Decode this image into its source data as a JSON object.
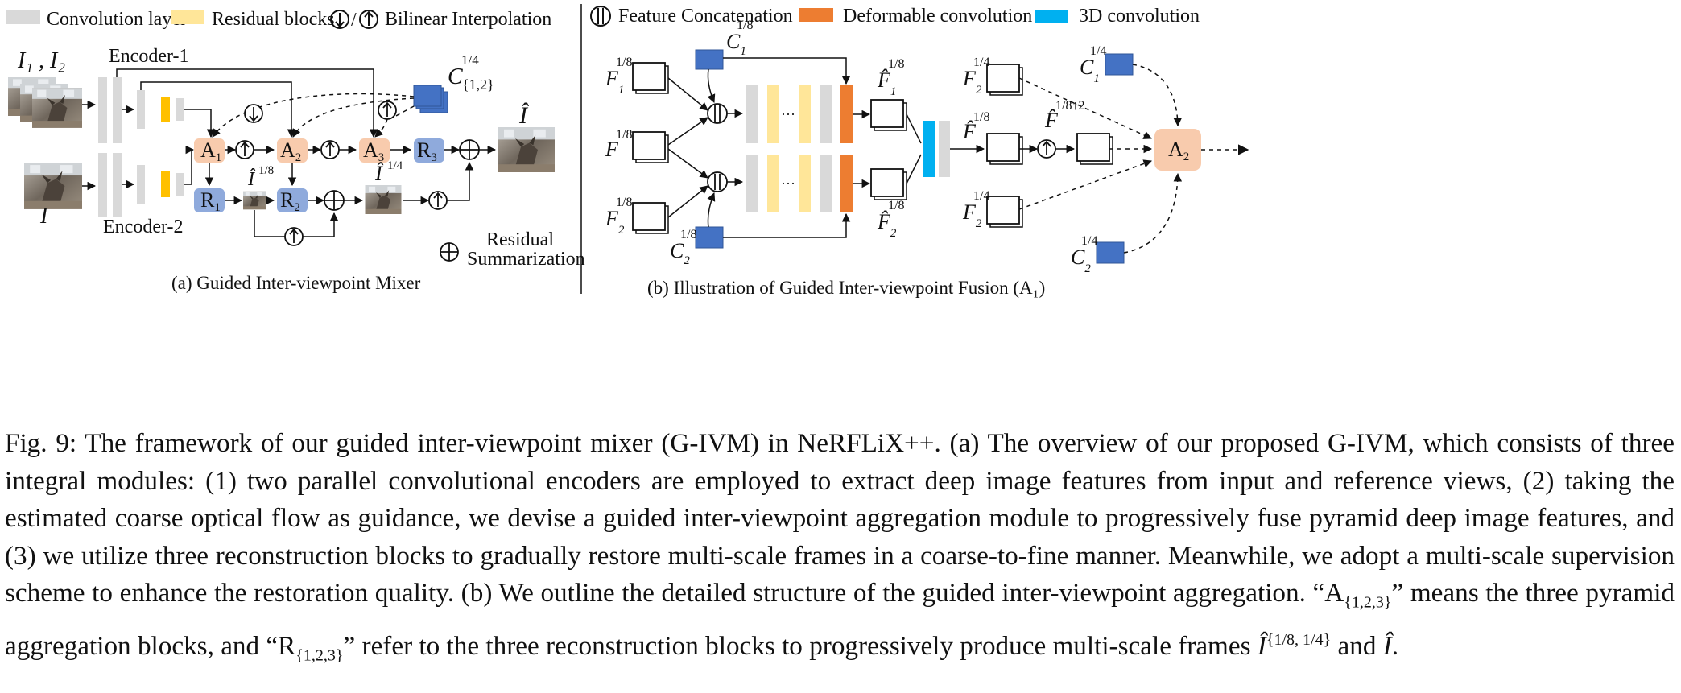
{
  "legend": {
    "conv_layer": "Convolution layer",
    "residual_blocks": "Residual blocks",
    "bilinear": "Bilinear Interpolation",
    "bilinear_sep": "/",
    "concat": "Feature Concatenation",
    "deformable": "Deformable convolution",
    "conv3d": "3D convolution",
    "residual_sum_1": "Residual",
    "residual_sum_2": "Summarization"
  },
  "colors": {
    "conv_gray": "#d9d9d9",
    "residual_yellow": "#ffe699",
    "deformable_orange": "#ed7d31",
    "conv3d_blue": "#00b0f0",
    "aggregation_peach": "#f8cbad",
    "reconstruction_blue": "#8faadc",
    "flow_blue": "#4472c4",
    "encoder_orange": "#ffc000"
  },
  "panel_a": {
    "caption": "(a) Guided Inter-viewpoint Mixer",
    "input_top_label": "I₁ , I₂",
    "input_bottom_label": "I",
    "encoder1": "Encoder-1",
    "encoder2": "Encoder-2",
    "flow_label": "C",
    "flow_sub": "{1,2}",
    "flow_sup": "1/4",
    "blocks": {
      "A": "A",
      "R": "R",
      "i1": "1",
      "i2": "2",
      "i3": "3"
    },
    "out_small": "Î",
    "out_small_sup_1": "1/8",
    "out_small_sup_2": "1/4",
    "output_label": "Î"
  },
  "panel_b": {
    "caption": "(b) Illustration of Guided Inter-viewpoint Fusion (A₁)",
    "f_top": "F",
    "f_top_sup": "1/8",
    "f_top_sub": "1",
    "f_mid": "F",
    "f_mid_sup": "1/8",
    "f_bot": "F",
    "f_bot_sup": "1/8",
    "f_bot_sub": "2",
    "c_top": "C",
    "c_top_sup": "1/8",
    "c_top_sub": "1",
    "c_bot": "C",
    "c_bot_sup": "1/8",
    "c_bot_sub": "2",
    "fhat1": "F̂",
    "fhat1_sup": "1/8",
    "fhat1_sub": "1",
    "fhat2": "F̂",
    "fhat2_sup": "1/8",
    "fhat2_sub": "2",
    "fhat_mid": "F̂",
    "fhat_mid_sup": "1/8",
    "fhat_up": "F̂",
    "fhat_up_sup": "1/8↑2",
    "f2_top": "F",
    "f2_top_sup": "1/4",
    "f2_top_sub": "2",
    "f2_bot": "F",
    "f2_bot_sup": "1/4",
    "f2_bot_sub": "2",
    "c1_right": "C",
    "c1_right_sup": "1/4",
    "c1_right_sub": "1",
    "c2_right": "C",
    "c2_right_sup": "1/4",
    "c2_right_sub": "2",
    "a2_block": "A",
    "a2_sub": "2",
    "ellipsis": "···"
  },
  "figure_caption": {
    "line1": "Fig. 9: The framework of our guided inter-viewpoint mixer (G-IVM) in NeRFLiX++. (a) The overview of our proposed G-IVM, which",
    "line2": "consists of three integral modules: (1) two parallel convolutional encoders are employed to extract deep image features from input and",
    "line3": "reference views, (2) taking the estimated coarse optical flow as guidance, we devise a guided inter-viewpoint aggregation module to",
    "line4": "progressively fuse pyramid deep image features, and (3) we utilize three reconstruction blocks to gradually restore multi-scale frames",
    "line5": "in a coarse-to-fine manner. Meanwhile, we adopt a multi-scale supervision scheme to enhance the restoration quality. (b) We outline",
    "line6_a": "the detailed structure of the guided inter-viewpoint aggregation. “A",
    "line6_sub1": "{1,2,3}",
    "line6_b": "” means the three pyramid aggregation blocks, and “R",
    "line6_sub2": "{1,2,3}",
    "line6_c": "”",
    "line7_a": "refer to the three reconstruction blocks to progressively produce multi-scale frames ",
    "line7_I": "Î",
    "line7_sup": "{1/8, 1/4}",
    "line7_and": " and ",
    "line7_I2": "Î",
    "line7_end": "."
  }
}
